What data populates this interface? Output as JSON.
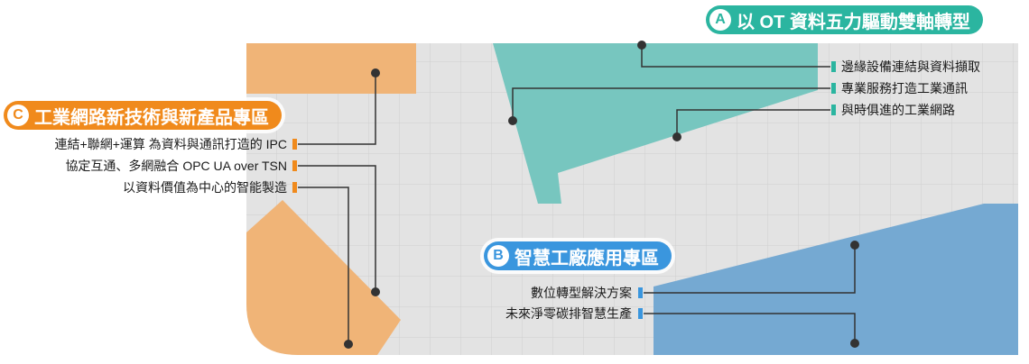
{
  "section_a": {
    "letter": "A",
    "title": "以 OT 資料五力驅動雙軸轉型",
    "color": "#2bb5a0",
    "items": [
      "邊緣設備連結與資料擷取",
      "專業服務打造工業通訊",
      "與時俱進的工業網路"
    ]
  },
  "section_b": {
    "letter": "B",
    "title": "智慧工廠應用專區",
    "color": "#3a96de",
    "items": [
      "數位轉型解決方案",
      "未來淨零碳排智慧生產"
    ]
  },
  "section_c": {
    "letter": "C",
    "title": "工業網路新技術與新產品專區",
    "color": "#f08a1c",
    "items": [
      "連結+聯網+運算 為資料與通訊打造的 IPC",
      "協定互通、多網融合 OPC UA over TSN",
      "以資料價值為中心的智能製造"
    ]
  }
}
